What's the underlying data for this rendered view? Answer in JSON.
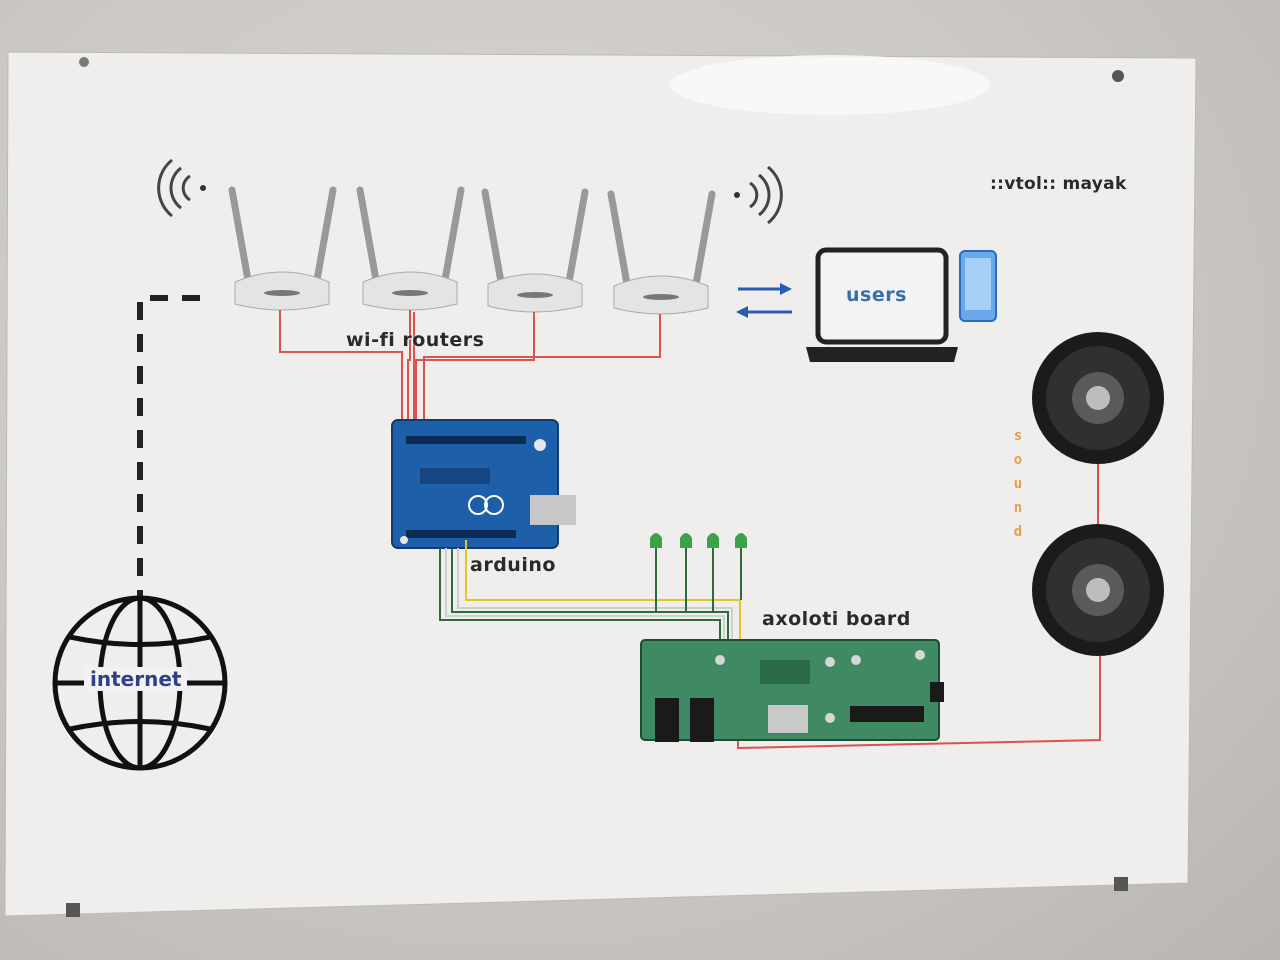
{
  "diagram": {
    "title": "::vtol:: mayak",
    "nodes": {
      "routers": "wi-fi routers",
      "users": "users",
      "arduino": "arduino",
      "axoloti": "axoloti board",
      "sound": "sound",
      "internet": "internet"
    },
    "router_count": 4,
    "led_count": 4,
    "speaker_count": 2
  },
  "colors": {
    "wire_red": "#d9534f",
    "wire_yellow": "#e3c626",
    "wire_green": "#2e6b3a",
    "arduino_blue": "#1d5fa8",
    "axoloti_green": "#3f8a63",
    "arrow_blue": "#2a5db0",
    "sound_orange": "#e3a04c"
  }
}
